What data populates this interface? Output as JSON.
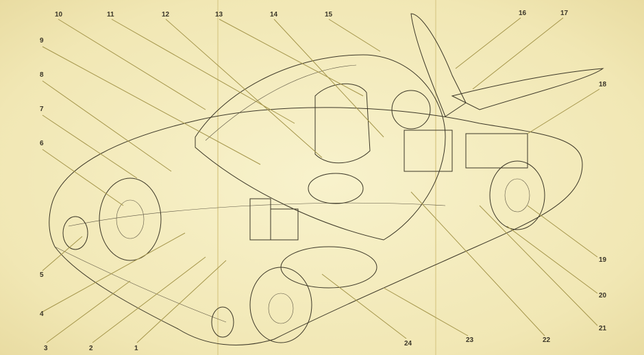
{
  "callouts": [
    {
      "n": "1"
    },
    {
      "n": "2"
    },
    {
      "n": "3"
    },
    {
      "n": "4"
    },
    {
      "n": "5"
    },
    {
      "n": "6"
    },
    {
      "n": "7"
    },
    {
      "n": "8"
    },
    {
      "n": "9"
    },
    {
      "n": "10"
    },
    {
      "n": "11"
    },
    {
      "n": "12"
    },
    {
      "n": "13"
    },
    {
      "n": "14"
    },
    {
      "n": "15"
    },
    {
      "n": "16"
    },
    {
      "n": "17"
    },
    {
      "n": "18"
    },
    {
      "n": "19"
    },
    {
      "n": "20"
    },
    {
      "n": "21"
    },
    {
      "n": "22"
    },
    {
      "n": "23"
    },
    {
      "n": "24"
    }
  ],
  "colors": {
    "paper": "#f6efc3",
    "ink": "#3b3626",
    "leader": "#a4954a"
  }
}
